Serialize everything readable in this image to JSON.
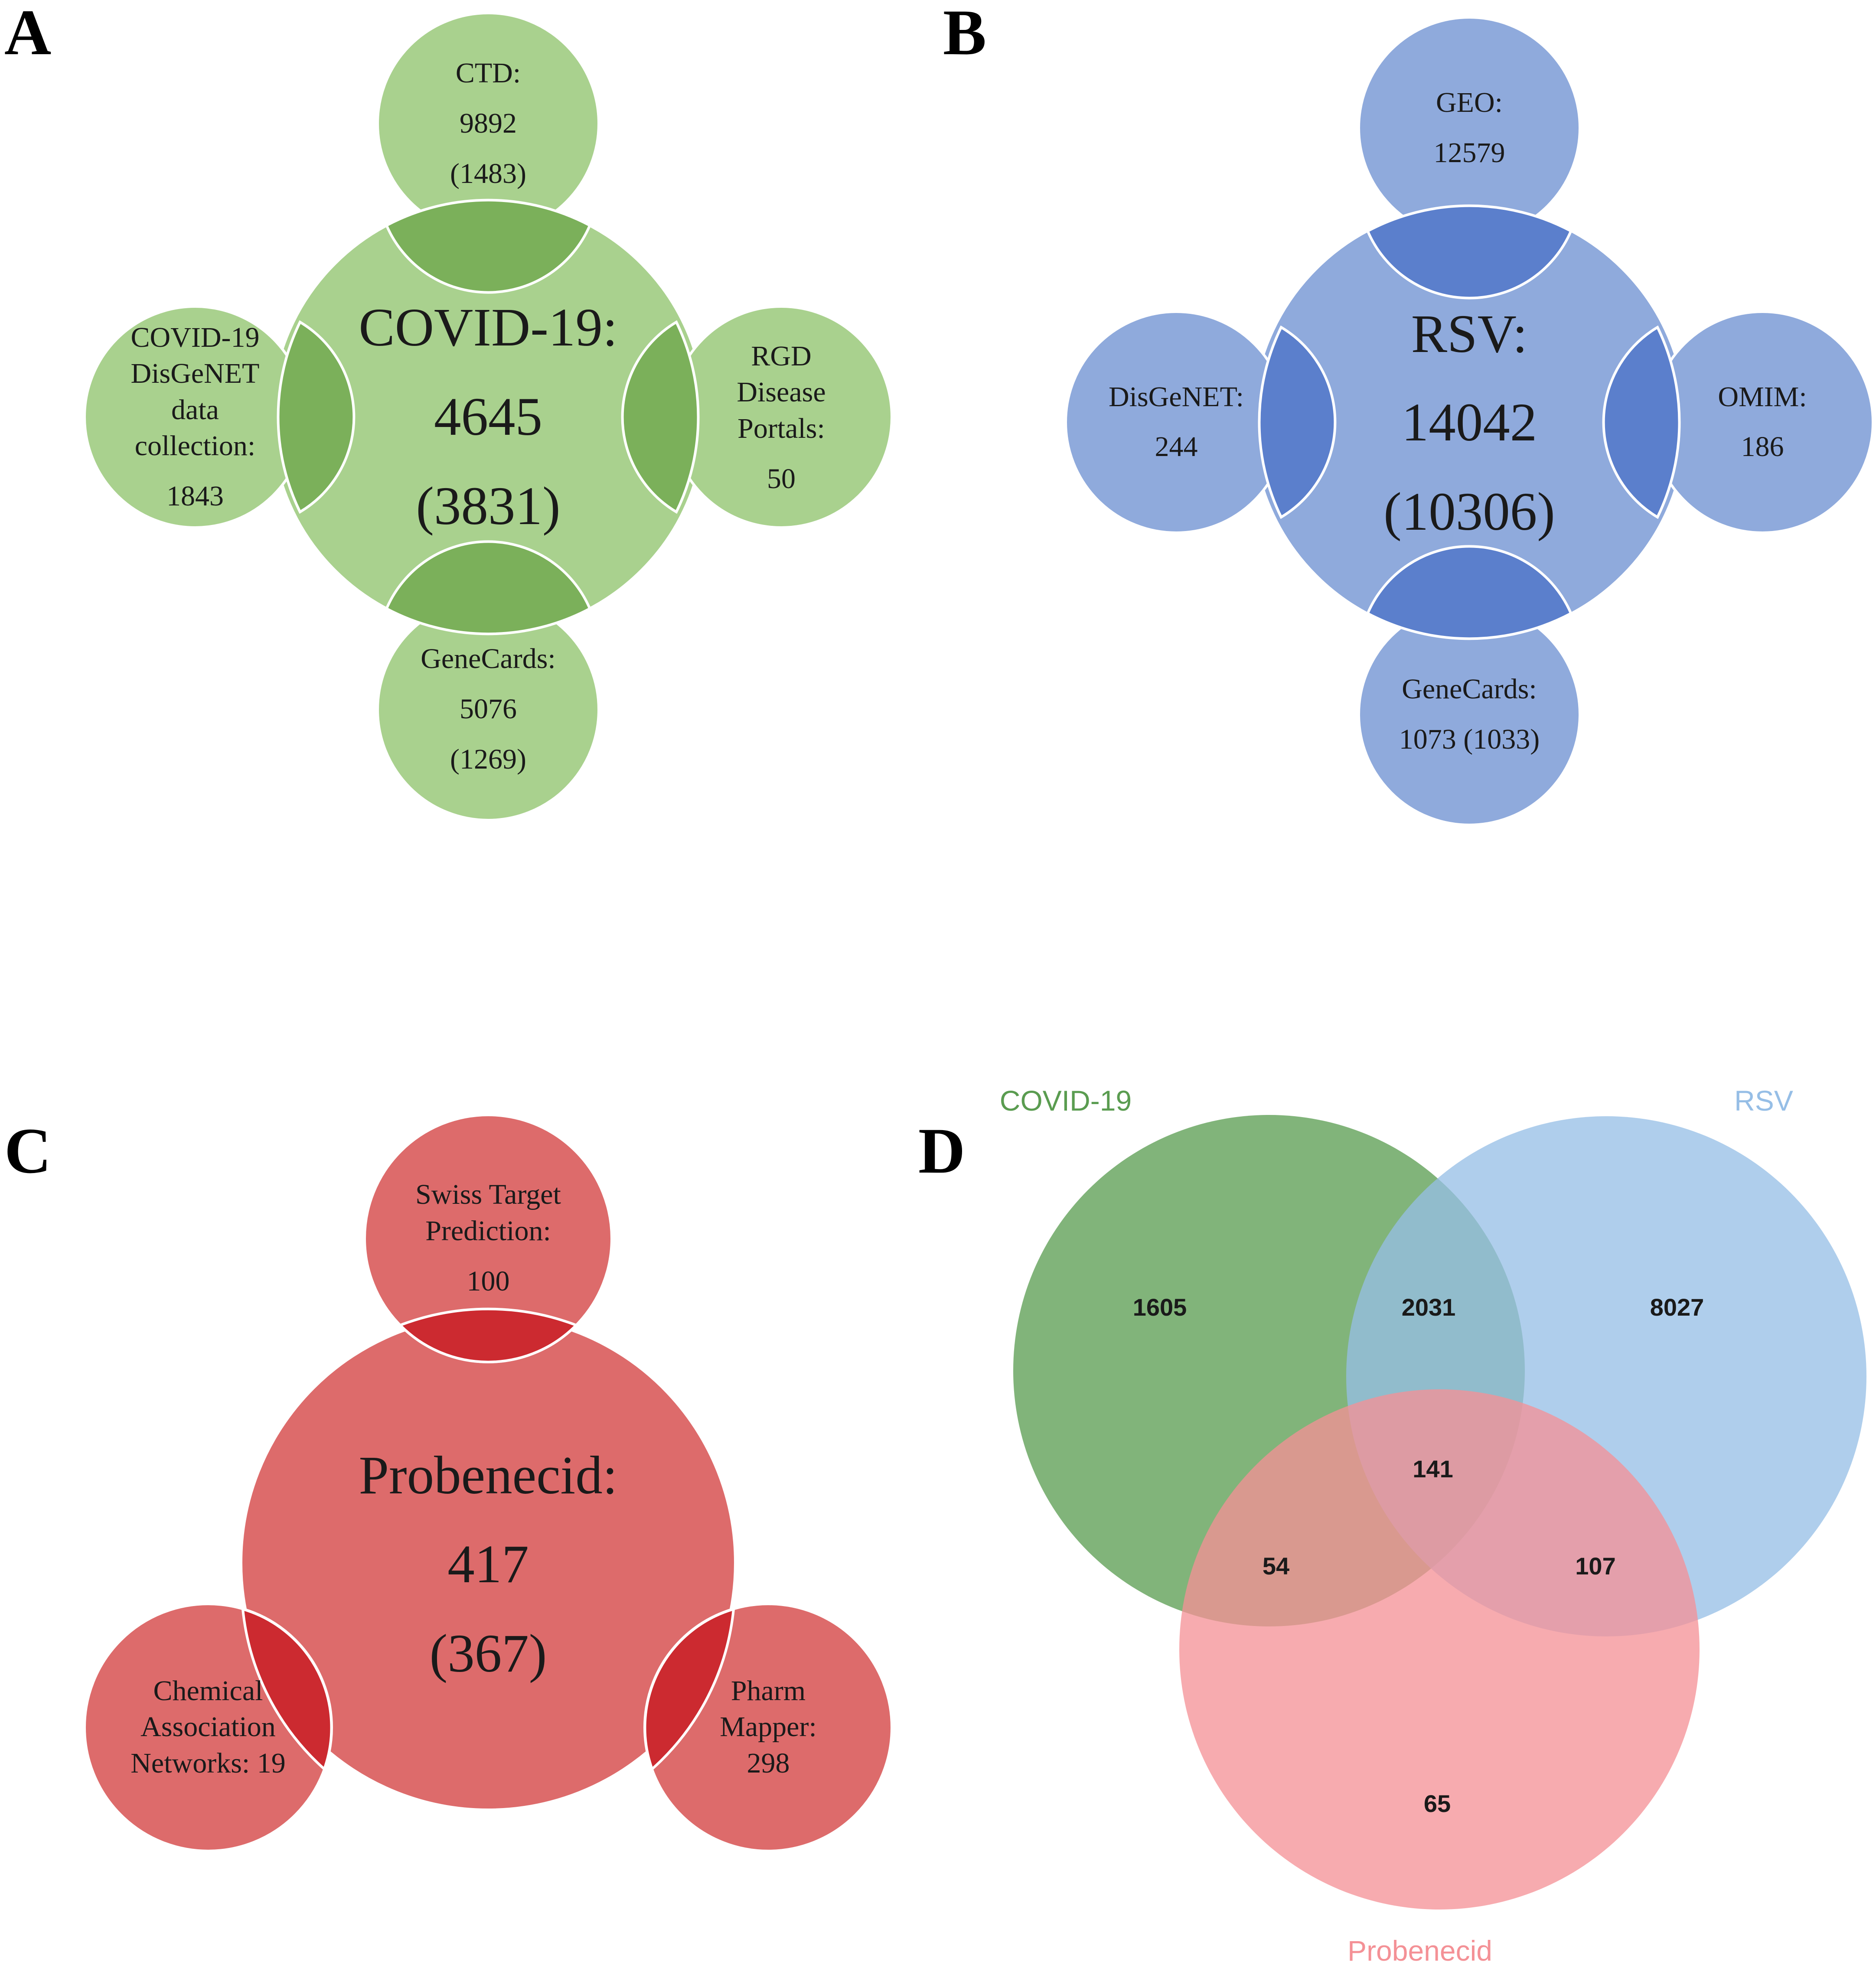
{
  "panels": {
    "a": {
      "label": "A",
      "colors": {
        "fill": "#a9d18e",
        "overlap": "#7bb05a",
        "stroke": "#ffffff"
      },
      "center": {
        "line1": "COVID-19:",
        "line2": "4645",
        "line3": "(3831)"
      },
      "top": {
        "line1": "CTD:",
        "line2": "9892",
        "line3": "(1483)"
      },
      "left": {
        "line1": "COVID-19",
        "line2": "DisGeNET",
        "line3": "data",
        "line4": "collection:",
        "line5": "1843"
      },
      "right": {
        "line1": "RGD",
        "line2": "Disease",
        "line3": "Portals:",
        "line4": "50"
      },
      "bottom": {
        "line1": "GeneCards:",
        "line2": "5076",
        "line3": "(1269)"
      }
    },
    "b": {
      "label": "B",
      "colors": {
        "fill": "#8faadc",
        "overlap": "#5b7fcc",
        "stroke": "#ffffff"
      },
      "center": {
        "line1": "RSV:",
        "line2": "14042",
        "line3": "(10306)"
      },
      "top": {
        "line1": "GEO:",
        "line2": "12579"
      },
      "left": {
        "line1": "DisGeNET:",
        "line2": "244"
      },
      "right": {
        "line1": "OMIM:",
        "line2": "186"
      },
      "bottom": {
        "line1": "GeneCards:",
        "line2": "1073 (1033)"
      }
    },
    "c": {
      "label": "C",
      "colors": {
        "fill": "#dd6b6b",
        "overlap": "#cc2a30",
        "stroke": "#ffffff"
      },
      "center": {
        "line1": "Probenecid:",
        "line2": "417",
        "line3": "(367)"
      },
      "top": {
        "line1": "Swiss Target",
        "line2": "Prediction:",
        "line3": "100"
      },
      "left": {
        "line1": "Chemical",
        "line2": "Association",
        "line3": "Networks: 19"
      },
      "right": {
        "line1": "Pharm",
        "line2": "Mapper:",
        "line3": "298"
      }
    },
    "d": {
      "label": "D",
      "sets": [
        {
          "name": "COVID-19",
          "color": "#5a9c50"
        },
        {
          "name": "RSV",
          "color": "#96bee6"
        },
        {
          "name": "Probenecid",
          "color": "#f49196"
        }
      ],
      "regions": {
        "covid_only": "1605",
        "covid_rsv": "2031",
        "rsv_only": "8027",
        "all_three": "141",
        "covid_probenecid": "54",
        "rsv_probenecid": "107",
        "probenecid_only": "65"
      }
    }
  }
}
